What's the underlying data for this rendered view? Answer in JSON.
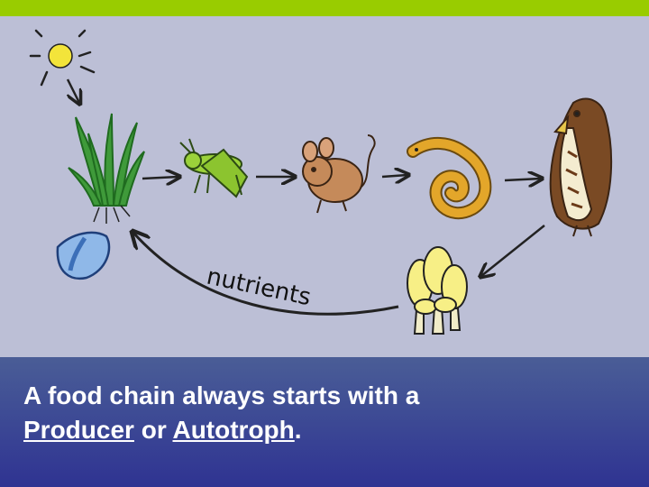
{
  "colors": {
    "top_bar": "#99cc00",
    "illustration_bg": "#bcbfd6",
    "caption_bg": "#3f4d95",
    "caption_text": "#ffffff"
  },
  "diagram": {
    "nutrients_label": "nutrients",
    "icons": [
      "sun-icon",
      "grass-icon",
      "water-drop-icon",
      "grasshopper-icon",
      "mouse-icon",
      "snake-icon",
      "hawk-icon",
      "mushrooms-icon"
    ]
  },
  "caption": {
    "line1": "A food chain always starts with a",
    "producer": "Producer",
    "connector": " or ",
    "autotroph": "Autotroph",
    "end": "."
  }
}
